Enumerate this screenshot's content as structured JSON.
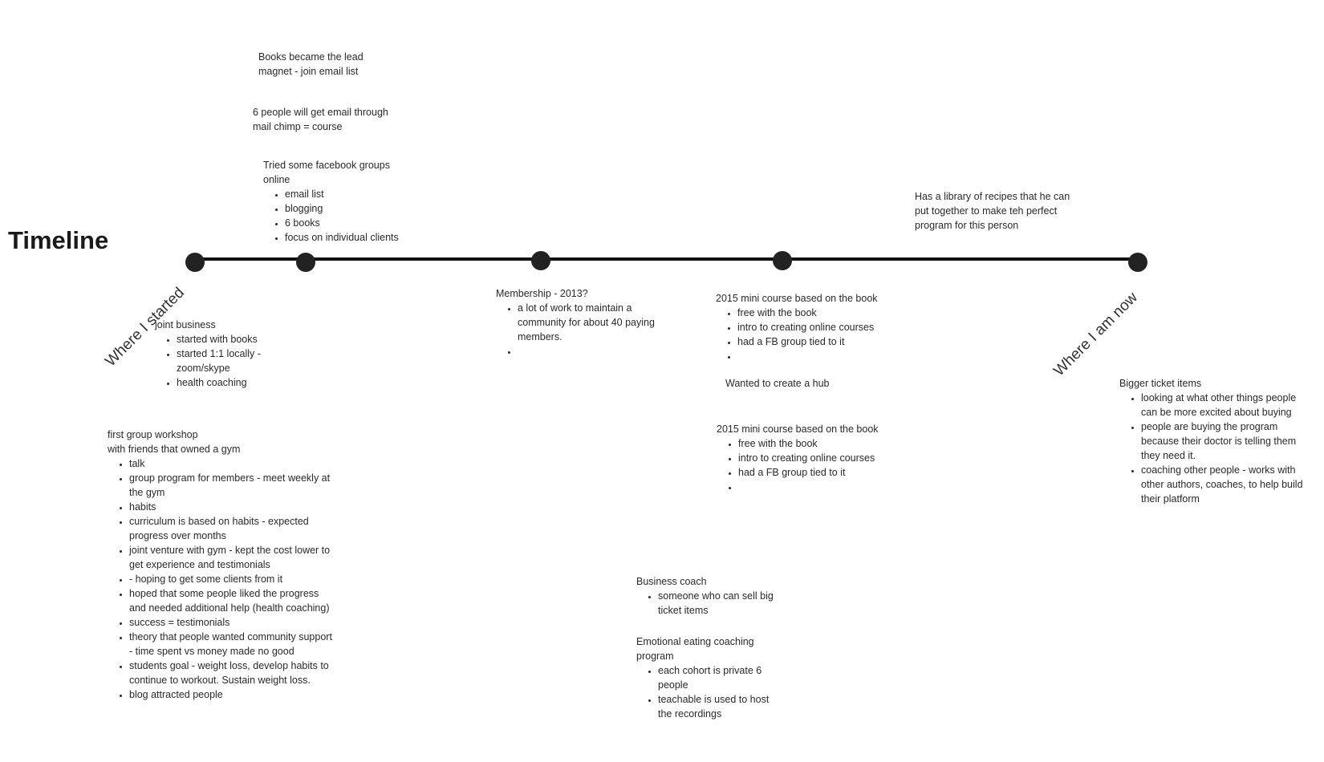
{
  "title": "Timeline",
  "start_label": "Where I started",
  "end_label": "Where I am now",
  "notes": {
    "lead_magnet": {
      "lines": [
        "Books became the lead",
        "magnet - join email list"
      ]
    },
    "six_people": {
      "lines": [
        "6 people will get email through",
        "mail chimp = course"
      ]
    },
    "facebook": {
      "lines": [
        "Tried some facebook groups",
        "online"
      ],
      "items": [
        "email list",
        "blogging",
        "6 books",
        "focus on individual clients"
      ]
    },
    "library": {
      "lines": [
        "Has a library of recipes that he can",
        "put together to make teh perfect",
        "program for this person"
      ]
    },
    "joint_business": {
      "lines": [
        "joint business"
      ],
      "items": [
        "started with books",
        "started 1:1 locally - zoom/skype",
        "health coaching"
      ]
    },
    "membership": {
      "lines": [
        "Membership - 2013?"
      ],
      "items": [
        "a lot of work to maintain a community for about 40 paying members.",
        ""
      ]
    },
    "mini_course_1": {
      "lines": [
        "2015 mini course based on the book"
      ],
      "items": [
        "free with the book",
        "intro to creating online courses",
        "had a FB group tied to it",
        ""
      ]
    },
    "hub": {
      "lines": [
        "Wanted to create a hub"
      ]
    },
    "mini_course_2": {
      "lines": [
        "2015 mini course based on the book"
      ],
      "items": [
        "free with the book",
        "intro to creating online courses",
        "had a FB group tied to it",
        ""
      ]
    },
    "bigger_ticket": {
      "lines": [
        "Bigger ticket items"
      ],
      "items": [
        "looking at what other things people can be more excited about buying",
        "people are buying the program because their doctor is telling them they need it.",
        "coaching other people - works with other authors, coaches, to help build their platform"
      ]
    },
    "workshop": {
      "lines": [
        "first group workshop",
        "with friends that owned a gym"
      ],
      "items": [
        "talk",
        "group program for members - meet weekly at the gym",
        "habits",
        "curriculum is based on habits - expected progress over months",
        "joint venture with gym - kept the cost lower to get experience and testimonials",
        "- hoping to get some clients from it",
        "hoped that some people liked the progress and needed additional help (health coaching)",
        "success = testimonials",
        "theory that people wanted community support - time spent vs money made no good",
        "students goal - weight loss, develop habits to continue to workout. Sustain weight loss.",
        "blog attracted people"
      ]
    },
    "business_coach": {
      "lines": [
        "Business coach"
      ],
      "items": [
        "someone who can sell big ticket items"
      ]
    },
    "emotional_eating": {
      "lines": [
        "Emotional eating coaching",
        "program"
      ],
      "items": [
        "each cohort is private 6 people",
        "teachable is used to host the recordings"
      ]
    }
  }
}
